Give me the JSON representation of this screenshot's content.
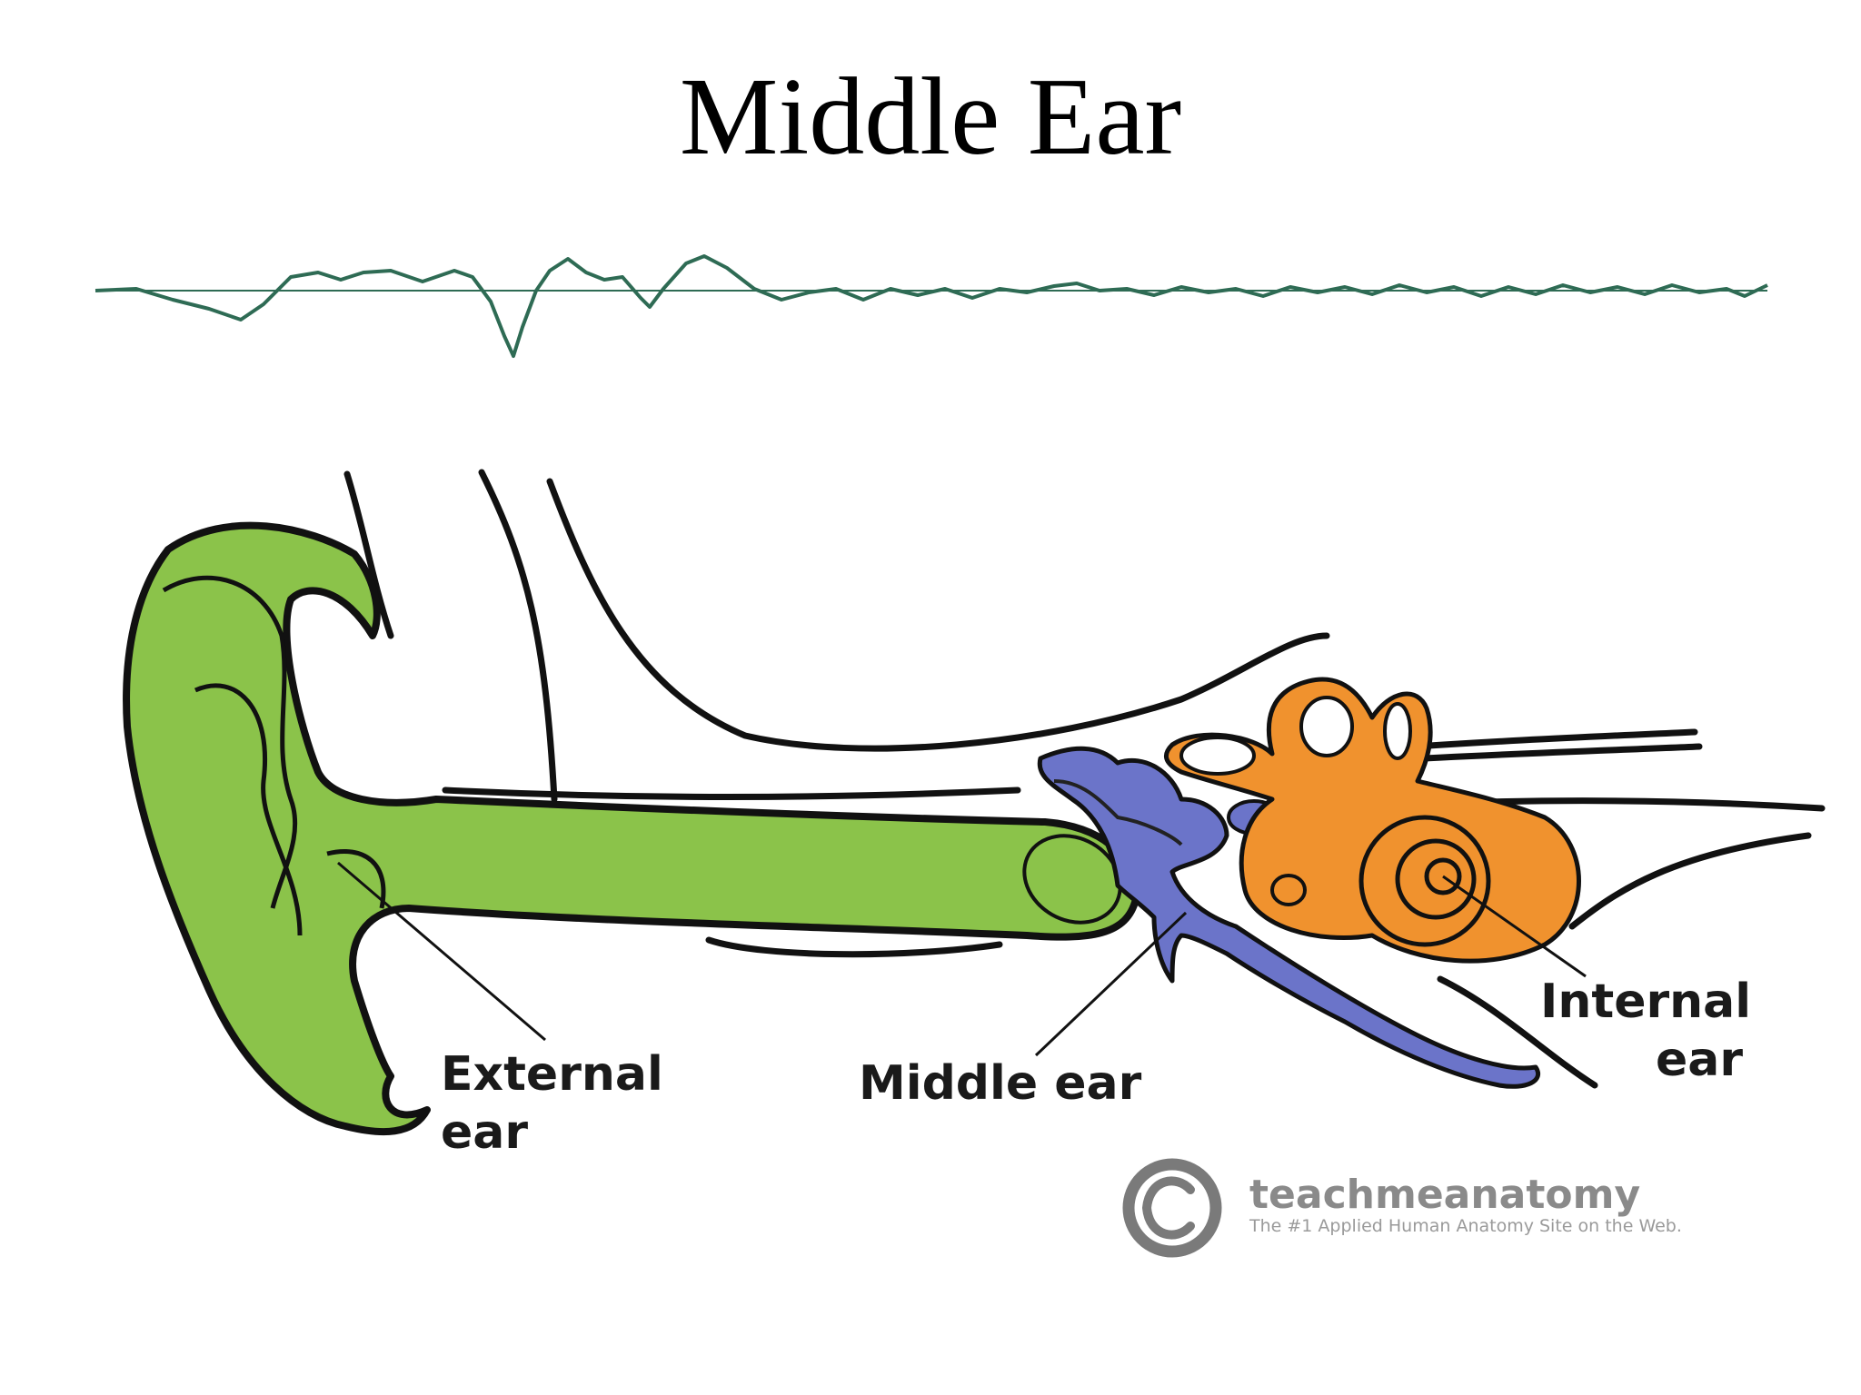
{
  "title": "Middle Ear",
  "labels": {
    "external_line1": "External",
    "external_line2": "ear",
    "middle": "Middle ear",
    "internal_line1": "Internal",
    "internal_line2": "ear"
  },
  "watermark": {
    "name": "teachmeanatomy",
    "tagline": "The #1 Applied Human Anatomy Site on the Web."
  },
  "colors": {
    "external_ear": "#8bc34a",
    "middle_ear": "#6b74c9",
    "internal_ear": "#f0922e",
    "waveform": "#2e6b54",
    "outline": "#111111"
  },
  "icons": {
    "copyright": "copyright-icon",
    "waveform": "sound-waveform"
  }
}
